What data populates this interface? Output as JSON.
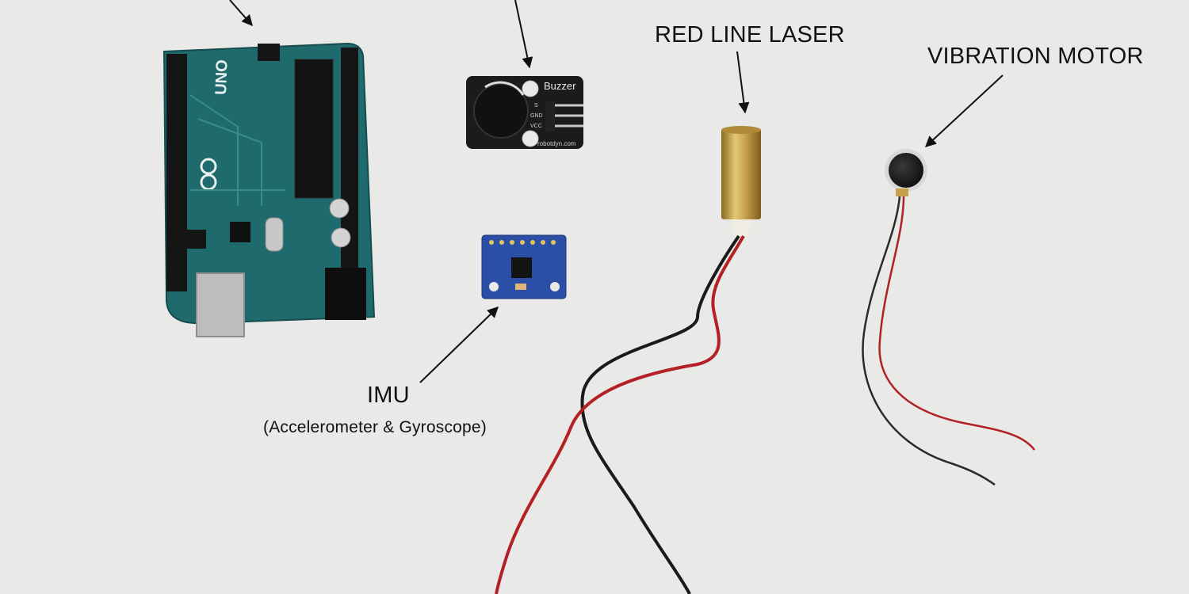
{
  "labels": {
    "laser": "RED LINE LASER",
    "motor": "VIBRATION MOTOR",
    "imu": "IMU",
    "imu_sub": "(Accelerometer & Gyroscope)"
  },
  "board_text": {
    "buzzer": "Buzzer",
    "buzzer_url": "robotdyn.com",
    "buzzer_pins": [
      "S",
      "GND",
      "VCC"
    ],
    "arduino_model": "UNO"
  },
  "colors": {
    "background": "#e9e9e7",
    "arduino_pcb": "#1f6a6c",
    "buzzer_pcb": "#1b1b1b",
    "imu_pcb": "#2b4ea6",
    "laser_brass": "#c6a24a",
    "wire_red": "#b32025",
    "wire_black": "#1a1a1a"
  }
}
